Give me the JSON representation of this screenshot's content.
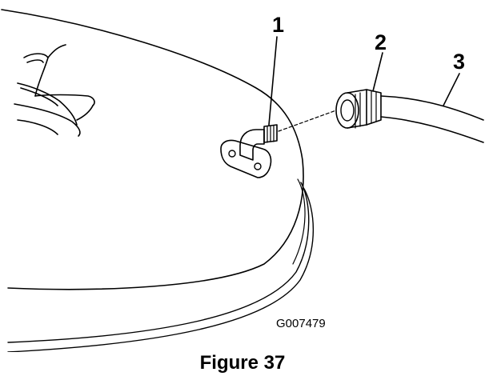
{
  "callouts": {
    "c1": "1",
    "c2": "2",
    "c3": "3"
  },
  "art_code": "G007479",
  "caption": "Figure 37"
}
